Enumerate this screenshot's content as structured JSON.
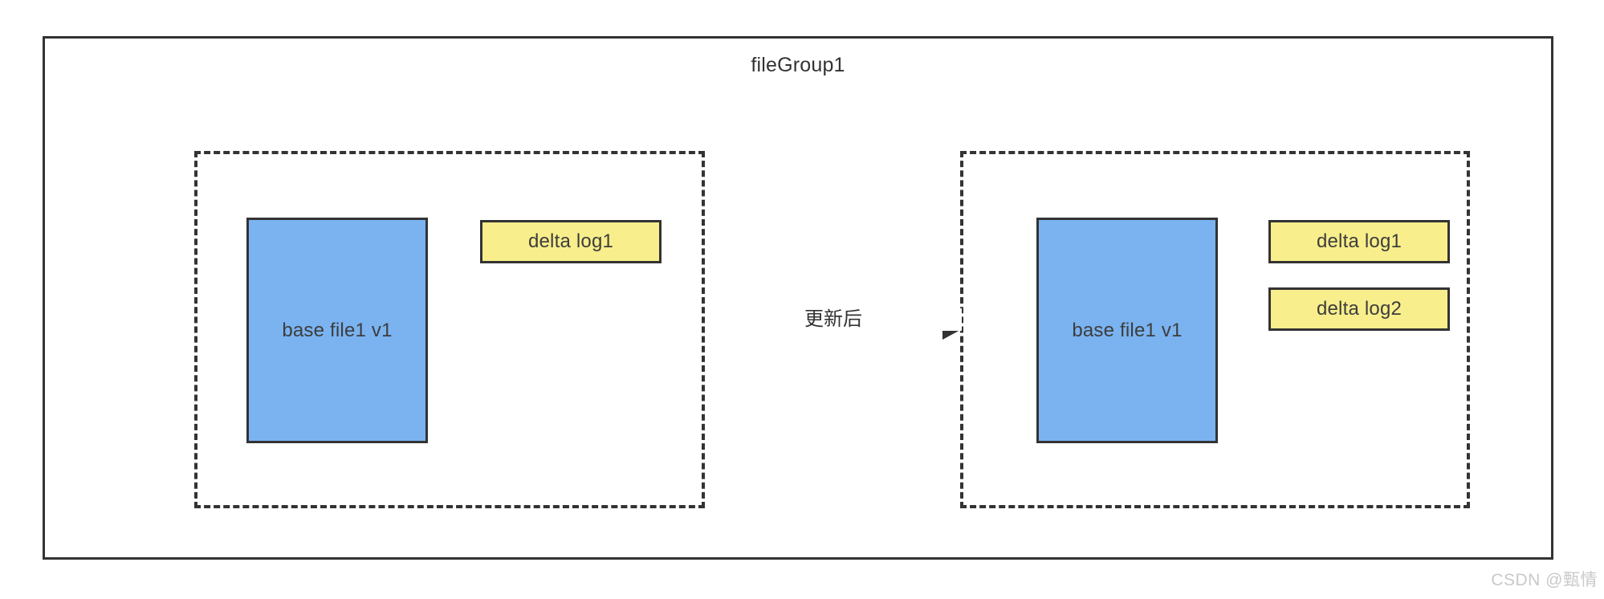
{
  "diagram": {
    "title": "fileGroup1",
    "colors": {
      "stroke": "#333333",
      "base_file_fill": "#7AB3F0",
      "delta_log_fill": "#F8EE8B",
      "background": "#FFFFFF",
      "watermark_text": "#C9C9C9"
    },
    "groups": [
      {
        "id": "before",
        "base_file": {
          "label": "base file1 v1"
        },
        "delta_logs": [
          {
            "label": "delta log1"
          }
        ]
      },
      {
        "id": "after",
        "base_file": {
          "label": "base file1 v1"
        },
        "delta_logs": [
          {
            "label": "delta log1"
          },
          {
            "label": "delta log2"
          }
        ]
      }
    ],
    "arrow": {
      "label": "更新后",
      "direction": "left-to-right"
    }
  },
  "watermark": {
    "text": "CSDN @甄情"
  }
}
